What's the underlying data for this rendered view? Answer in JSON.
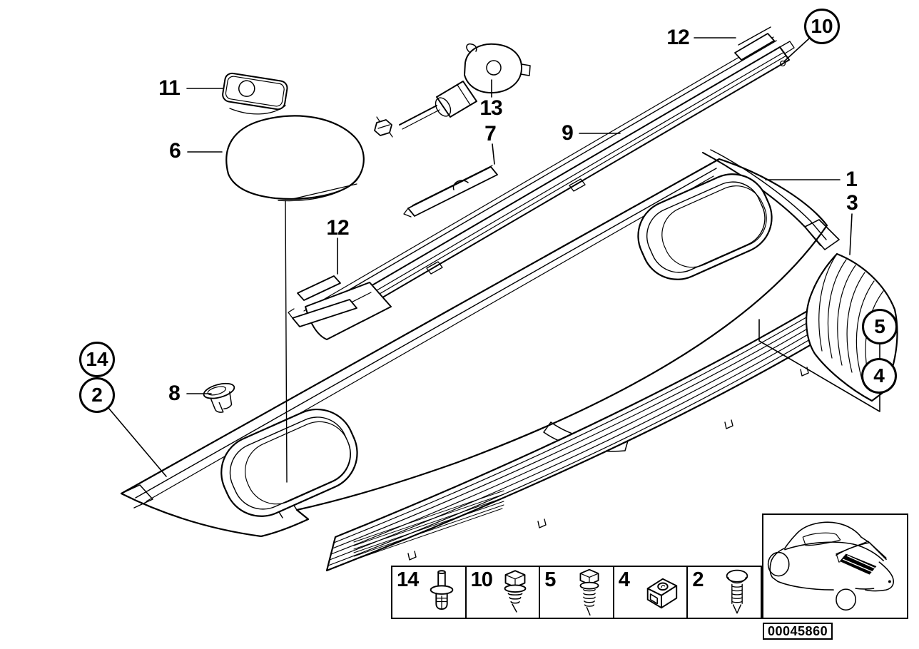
{
  "callouts": [
    {
      "label": "11",
      "circled": false
    },
    {
      "label": "6",
      "circled": false
    },
    {
      "label": "13",
      "circled": false
    },
    {
      "label": "7",
      "circled": false
    },
    {
      "label": "9",
      "circled": false
    },
    {
      "label": "12",
      "circled": false
    },
    {
      "label": "10",
      "circled": true
    },
    {
      "label": "12",
      "circled": false
    },
    {
      "label": "1",
      "circled": false
    },
    {
      "label": "3",
      "circled": false
    },
    {
      "label": "5",
      "circled": true
    },
    {
      "label": "4",
      "circled": true
    },
    {
      "label": "14",
      "circled": true
    },
    {
      "label": "2",
      "circled": true
    },
    {
      "label": "8",
      "circled": false
    }
  ],
  "legend": {
    "items": [
      {
        "label": "14",
        "icon": "expanding-rivet-icon"
      },
      {
        "label": "10",
        "icon": "hex-head-screw-short-icon"
      },
      {
        "label": "5",
        "icon": "hex-head-screw-long-icon"
      },
      {
        "label": "4",
        "icon": "cage-nut-icon"
      },
      {
        "label": "2",
        "icon": "pan-head-screw-icon"
      }
    ]
  },
  "footer": {
    "doc_number": "00045860"
  }
}
